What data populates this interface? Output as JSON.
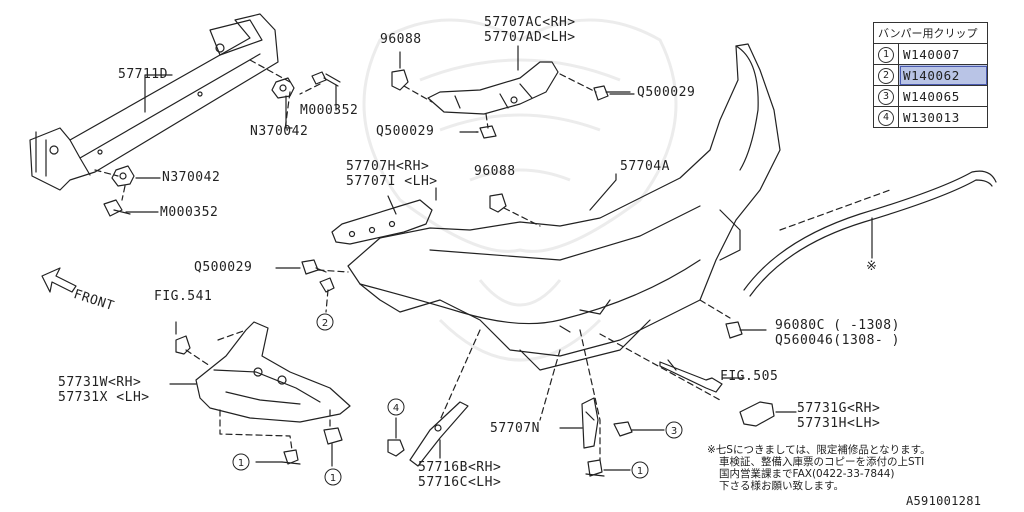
{
  "labels": {
    "p57711d": "57711D",
    "m000352_a": "M000352",
    "n370042_a": "N370042",
    "n370042_b": "N370042",
    "m000352_b": "M000352",
    "p96088_a": "96088",
    "p57707ac": "57707AC<RH>",
    "p57707ad": "57707AD<LH>",
    "q500029_a": "Q500029",
    "q500029_b": "Q500029",
    "p57707h": "57707H<RH>",
    "p57707i": "57707I <LH>",
    "p96088_b": "96088",
    "p57704a": "57704A",
    "q500029_c": "Q500029",
    "front": "FRONT",
    "fig541": "FIG.541",
    "p57731w": "57731W<RH>",
    "p57731x": "57731X <LH>",
    "p96080c": "96080C (   -1308)",
    "q560046": "Q560046(1308-   )",
    "fig505": "FIG.505",
    "p57731g": "57731G<RH>",
    "p57731h": "57731H<LH>",
    "p57707n": "57707N",
    "p57716b": "57716B<RH>",
    "p57716c": "57716C<LH>",
    "kome": "※"
  },
  "callouts": {
    "c2": "2",
    "c1a": "1",
    "c1b": "1",
    "c4": "4",
    "c3": "3",
    "c1c": "1"
  },
  "clip_table": {
    "header": "バンパー用クリップ",
    "rows": [
      {
        "num": "1",
        "code": "W140007",
        "highlighted": false
      },
      {
        "num": "2",
        "code": "W140062",
        "highlighted": true
      },
      {
        "num": "3",
        "code": "W140065",
        "highlighted": false
      },
      {
        "num": "4",
        "code": "W130013",
        "highlighted": false
      }
    ]
  },
  "note": {
    "line1": "※七Sにつきましては、限定補修品となります。",
    "line2": "車検証、整備入庫票のコピーを添付の上STI",
    "line3": "国内営業課までFAX(0422-33-7844)",
    "line4": "下さる様お願い致します。"
  },
  "figure_id": "A591001281",
  "colors": {
    "line": "#222222",
    "highlight": "#b9c4e6",
    "watermark": "#ececec"
  }
}
